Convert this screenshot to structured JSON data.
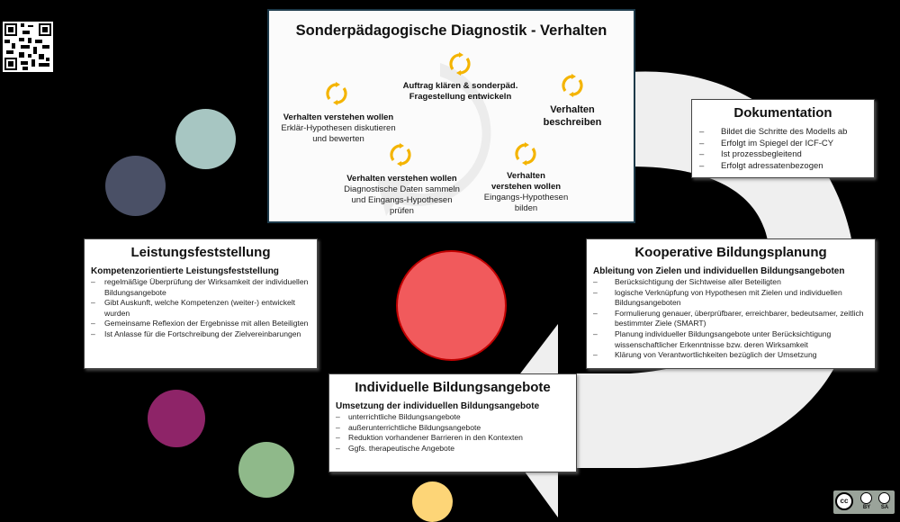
{
  "diagnostik": {
    "title": "Sonderpädagogische Diagnostik - Verhalten",
    "steps": [
      {
        "icon": "cycle-arrows-icon",
        "bold": [
          "Auftrag klären & sonderpäd.",
          "Fragestellung entwickeln"
        ],
        "text": []
      },
      {
        "icon": "cycle-arrows-icon",
        "bold": [
          "Verhalten",
          "beschreiben"
        ],
        "text": []
      },
      {
        "icon": "cycle-arrows-icon",
        "bold": [
          "Verhalten",
          "verstehen wollen"
        ],
        "text": [
          "Eingangs-Hypothesen",
          "bilden"
        ]
      },
      {
        "icon": "cycle-arrows-icon",
        "bold": [
          "Verhalten verstehen wollen"
        ],
        "text": [
          "Diagnostische Daten sammeln",
          "und Eingangs-Hypothesen",
          "prüfen"
        ]
      },
      {
        "icon": "cycle-arrows-icon",
        "bold": [
          "Verhalten verstehen wollen"
        ],
        "text": [
          "Erklär-Hypothesen diskutieren",
          "und bewerten"
        ]
      }
    ]
  },
  "dokumentation": {
    "title": "Dokumentation",
    "items": [
      "Bildet die Schritte des Modells ab",
      "Erfolgt im Spiegel der ICF-CY",
      "Ist prozessbegleitend",
      "Erfolgt adressatenbezogen"
    ]
  },
  "kooperative": {
    "title": "Kooperative Bildungsplanung",
    "subtitle": "Ableitung von Zielen und individuellen Bildungsangeboten",
    "items": [
      "Berücksichtigung der Sichtweise aller Beteiligten",
      "logische Verknüpfung von Hypothesen mit Zielen und individuellen Bildungsangeboten",
      "Formulierung genauer, überprüfbarer, erreichbarer, bedeutsamer, zeitlich bestimmter Ziele (SMART)",
      "Planung individueller Bildungsangebote unter Berücksichtigung wissenschaftlicher Erkenntnisse bzw. deren Wirksamkeit",
      "Klärung von Verantwortlichkeiten bezüglich der Umsetzung"
    ]
  },
  "individuelle": {
    "title": "Individuelle Bildungsangebote",
    "subtitle": "Umsetzung der individuellen Bildungsangebote",
    "items": [
      "unterrichtliche Bildungsangebote",
      "außerunterrichtliche Bildungsangebote",
      "Reduktion vorhandener Barrieren in den Kontexten",
      "Ggfs. therapeutische Angebote"
    ]
  },
  "leistung": {
    "title": "Leistungsfeststellung",
    "subtitle": "Kompetenzorientierte Leistungsfeststellung",
    "items": [
      "regelmäßige Überprüfung der Wirksamkeit der individuellen Bildungsangebote",
      "Gibt Auskunft, welche Kompetenzen (weiter-) entwickelt wurden",
      "Gemeinsame Reflexion der Ergebnisse mit allen Beteiligten",
      "Ist Anlasse für die Fortschreibung der Zielvereinbarungen"
    ]
  },
  "dash": "–",
  "license": {
    "cc": "cc",
    "by": "BY",
    "sa": "SA"
  },
  "colors": {
    "teal": "#a7c6c2",
    "slate": "#4a5066",
    "red": "#f15a5c",
    "red_border": "#c00000",
    "purple": "#8e2468",
    "green": "#8fb98a",
    "yellow": "#fdd577",
    "arrow": "#f2f2f2",
    "cycle": "#f4b400"
  }
}
